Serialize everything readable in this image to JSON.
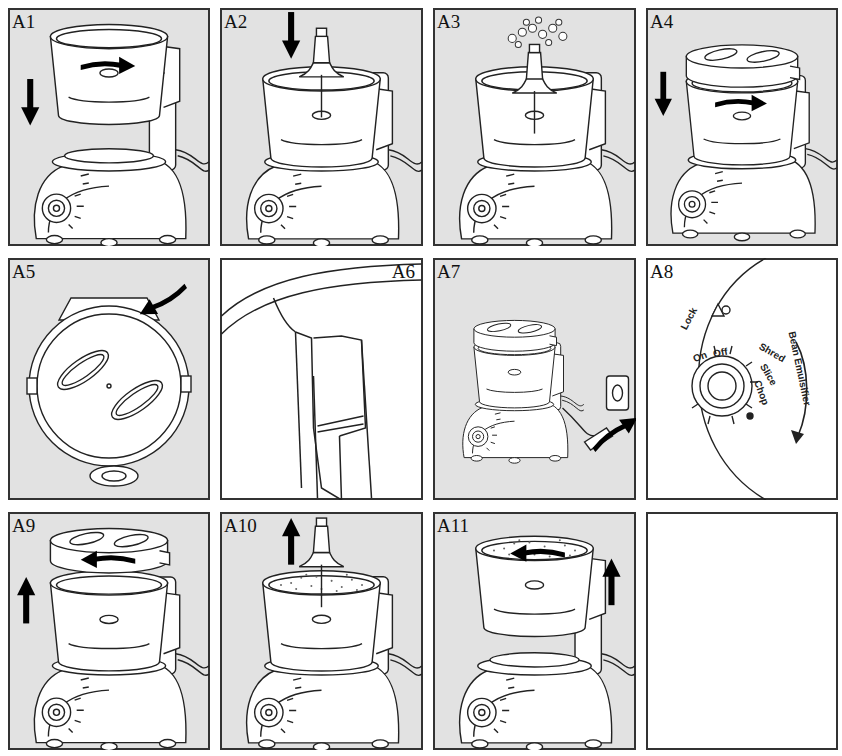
{
  "diagram": {
    "nodes": [
      {
        "text": [
          "A1"
        ]
      },
      {
        "text": [
          "A2"
        ]
      },
      {
        "text": [
          "A3"
        ]
      },
      {
        "text": [
          "A4"
        ]
      },
      {
        "text": [
          "A5"
        ]
      },
      {
        "text": [
          "A6"
        ]
      },
      {
        "text": [
          "A7"
        ]
      },
      {
        "text": [
          "A8"
        ]
      },
      {
        "text": [
          "A9"
        ]
      },
      {
        "text": [
          "A10"
        ]
      },
      {
        "text": [
          "A11"
        ]
      }
    ],
    "labels": [
      "Lock",
      "On",
      "Off",
      "Shred",
      "Slice",
      "Chop",
      "Bean Emulsifier"
    ]
  }
}
